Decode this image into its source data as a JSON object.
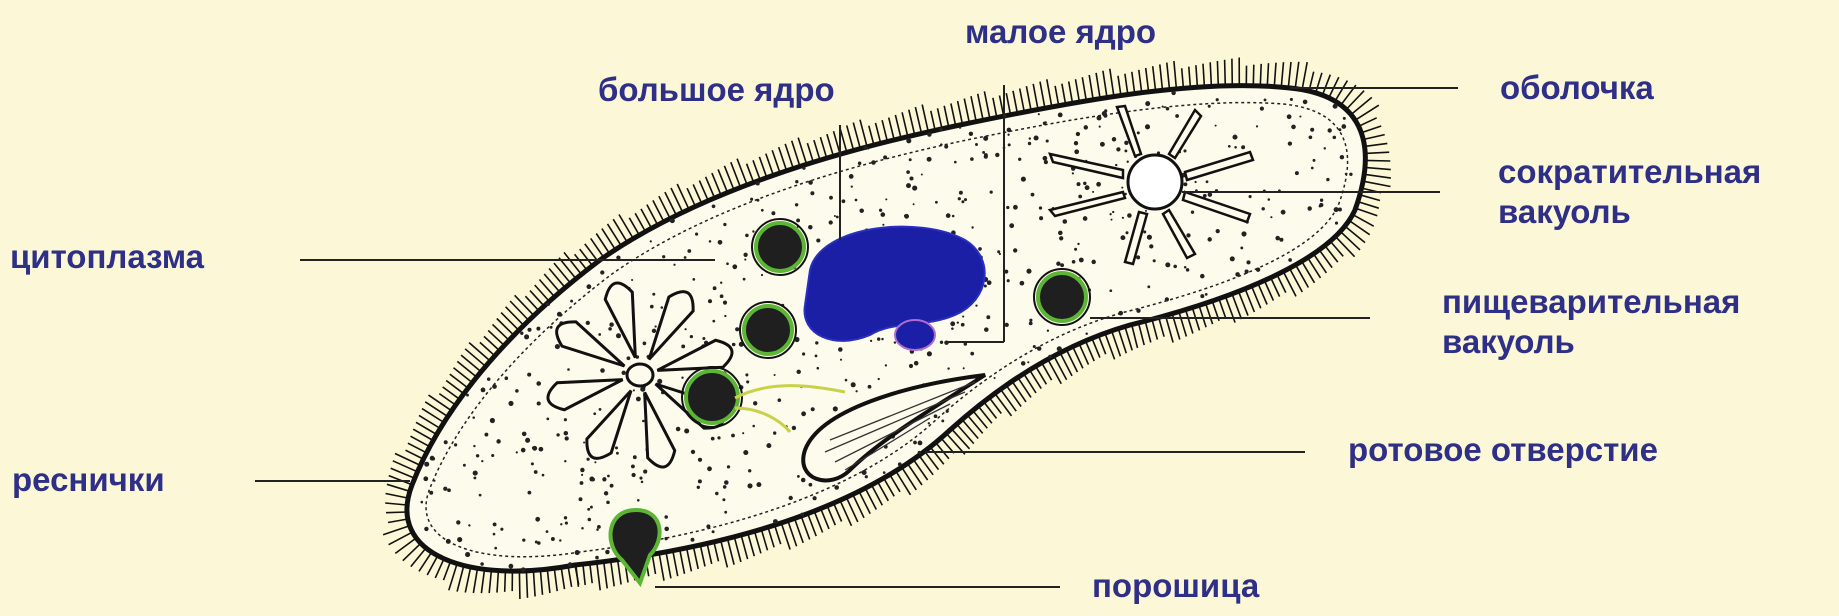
{
  "diagram": {
    "labels": {
      "small_nucleus": "малое ядро",
      "large_nucleus": "большое ядро",
      "membrane": "оболочка",
      "contractile_vacuole": [
        "сократительная",
        "вакуоль"
      ],
      "cytoplasm": "цитоплазма",
      "digestive_vacuole": [
        "пищеварительная",
        "вакуоль"
      ],
      "cilia": "реснички",
      "mouth_opening": "ротовое отверстие",
      "anal_pore": "порошица"
    },
    "colors": {
      "background": "#fbf7d7",
      "label_text": "#2e2f86",
      "outline": "#111111",
      "nucleus": "#1a1fa6",
      "vacuole_ring": "#5db536"
    }
  }
}
